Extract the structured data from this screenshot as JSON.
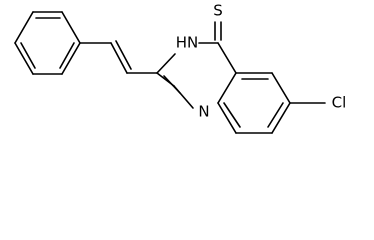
{
  "molecule": {
    "atoms": {
      "sulfur": "S",
      "nh": "HN",
      "n": "N",
      "cl": "Cl"
    }
  },
  "colors": {
    "bond": "#000000",
    "label": "#000000",
    "background": "#ffffff"
  }
}
